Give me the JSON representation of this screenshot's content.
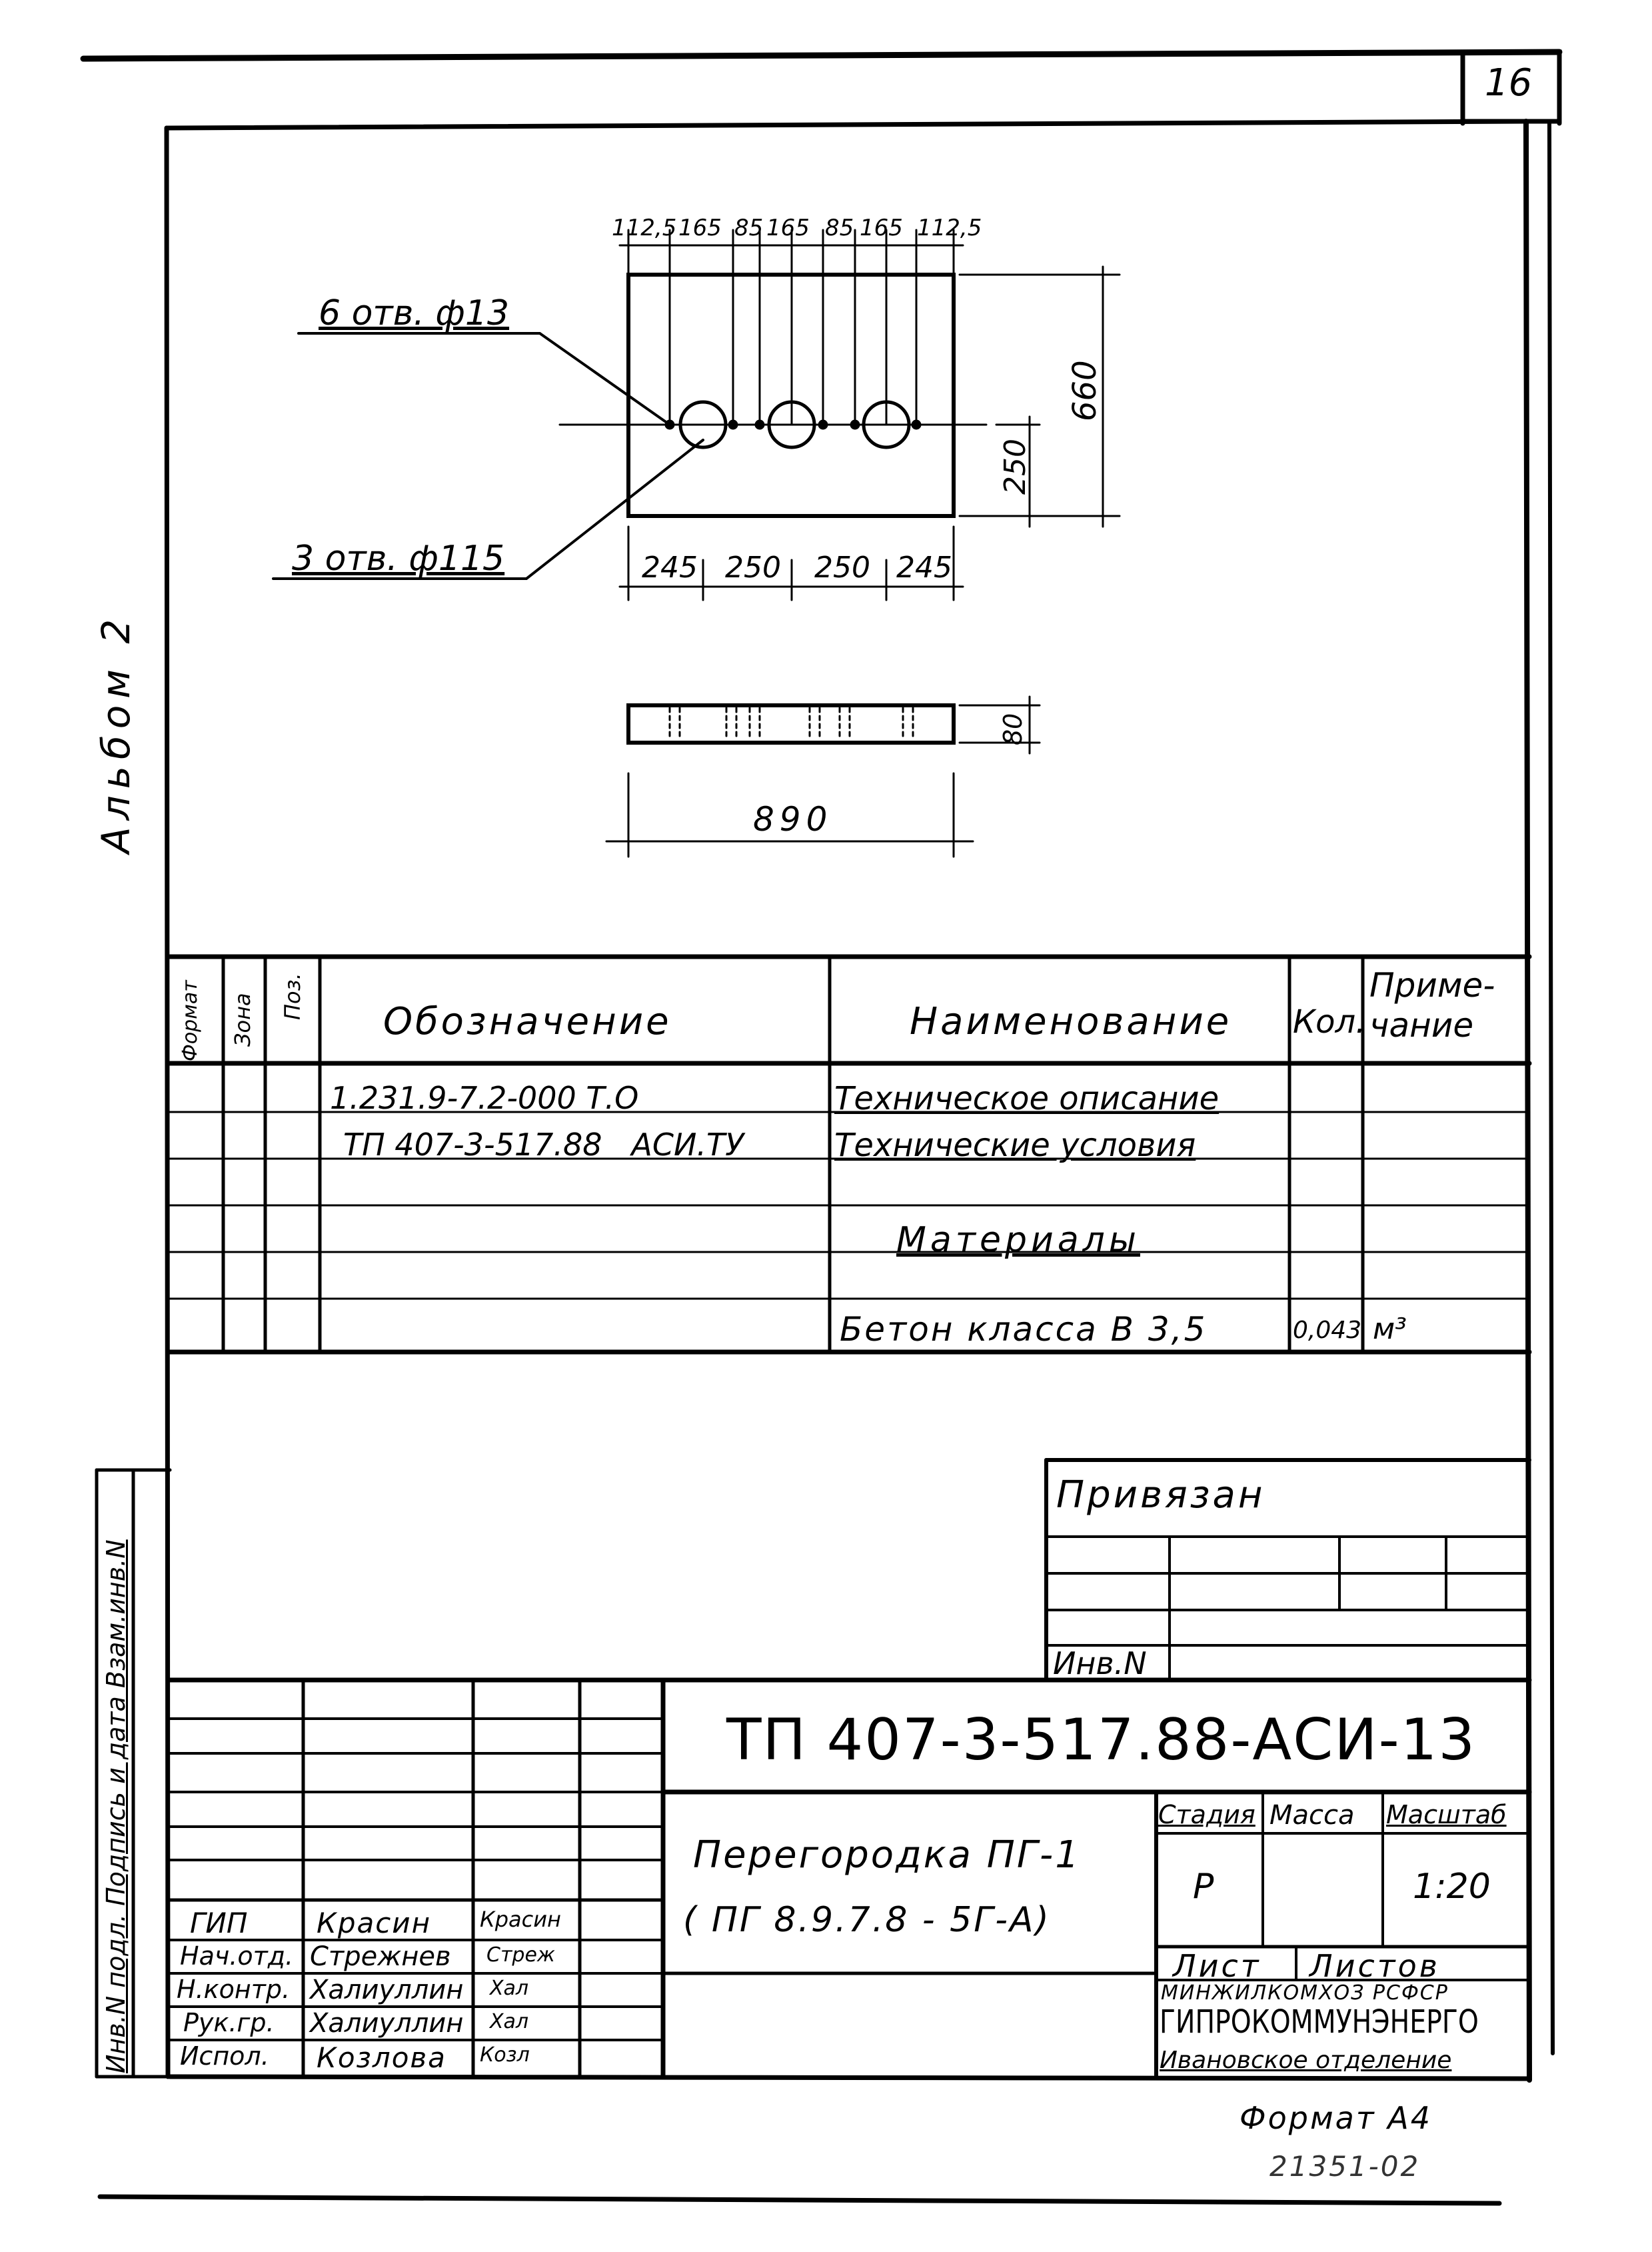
{
  "page": {
    "sheet_number": "16",
    "album": "Альбом 2",
    "format": "Формат А4",
    "inventory": "21351-02"
  },
  "drawing": {
    "holes_small": "6 отв. ф13",
    "holes_large": "3 отв. ф115",
    "top_dims": [
      "112,5",
      "165",
      "85",
      "165",
      "85",
      "165",
      "112,5"
    ],
    "bottom_dims": [
      "245",
      "250",
      "250",
      "245"
    ],
    "height_total": "660",
    "height_axis": "250",
    "thickness": "80",
    "length": "890"
  },
  "spec_table": {
    "headers": {
      "format": "Формат",
      "zone": "Зона",
      "pos": "Поз.",
      "designation": "Обозначение",
      "name": "Наименование",
      "qty": "Кол.",
      "note": "Приме- чание"
    },
    "rows": [
      {
        "designation": "1.231.9-7.2-000 Т.О",
        "name": "Техническое описание",
        "qty": "",
        "note": ""
      },
      {
        "designation": "ТП 407-3-517.88   АСИ.ТУ",
        "name": "Технические условия",
        "qty": "",
        "note": ""
      },
      {
        "designation": "",
        "name": "",
        "qty": "",
        "note": ""
      },
      {
        "designation": "",
        "name": "Материалы",
        "qty": "",
        "note": ""
      },
      {
        "designation": "",
        "name": "Бетон класса В 3,5",
        "qty": "0,043",
        "note": "м³"
      }
    ]
  },
  "binding": {
    "title": "Привязан",
    "inv_label": "Инв.N"
  },
  "side_strip": {
    "text": "Инв.N подл. Подпись и дата Взам.инв.N"
  },
  "title_block": {
    "code": "ТП 407-3-517.88-АСИ-13",
    "name_line1": "Перегородка ПГ-1",
    "name_line2": "( ПГ 8.9.7.8 - 5Г-А)",
    "stage_label": "Стадия",
    "mass_label": "Масса",
    "scale_label": "Масштаб",
    "stage_value": "Р",
    "mass_value": "",
    "scale_value": "1:20",
    "sheet_label": "Лист",
    "sheets_label": "Листов",
    "org_line1": "МИНЖИЛКОМХОЗ РСФСР",
    "org_line2": "ГИПРОКОММУНЭНЕРГО",
    "org_line3": "Ивановское отделение",
    "staff": [
      {
        "role": "ГИП",
        "name": "Красин",
        "sign": "Красин"
      },
      {
        "role": "Нач.отд.",
        "name": "Стрежнев",
        "sign": "Стреж"
      },
      {
        "role": "Н.контр.",
        "name": "Халиуллин",
        "sign": "Хал"
      },
      {
        "role": "Рук.гр.",
        "name": "Халиуллин",
        "sign": "Хал"
      },
      {
        "role": "Испол.",
        "name": "Козлова",
        "sign": "Козл"
      }
    ]
  }
}
